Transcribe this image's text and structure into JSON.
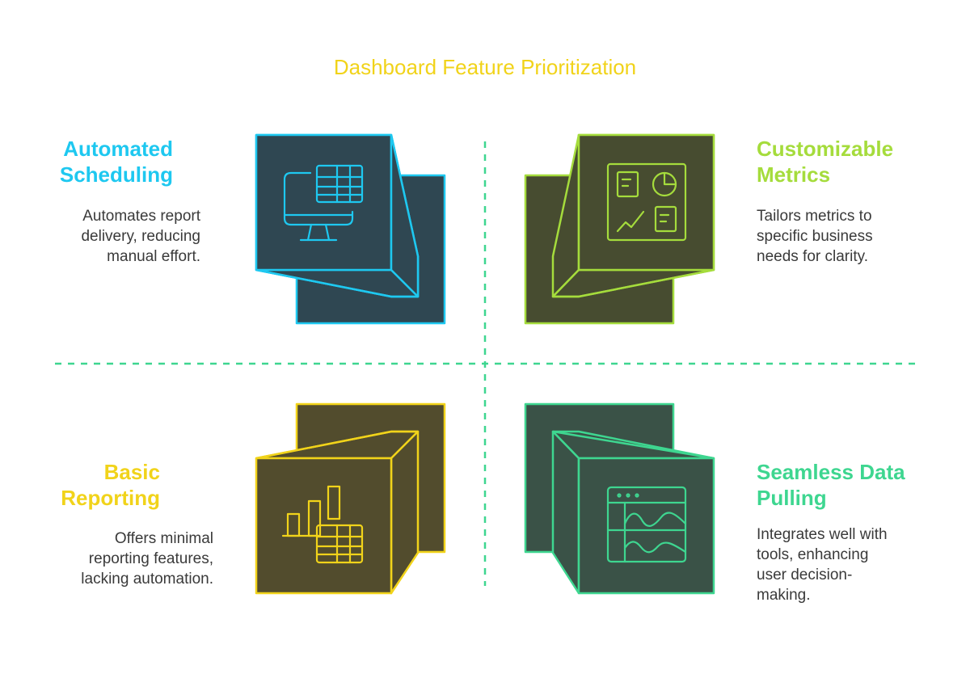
{
  "title": "Dashboard Feature Prioritization",
  "colors": {
    "blue": "#1ec8f0",
    "lime": "#a5dc3c",
    "yellow": "#f1d31a",
    "green": "#3ed690",
    "divider": "#3ed690"
  },
  "quadrants": [
    {
      "id": "top-left",
      "title_line1": "Automated",
      "title_line2": "Scheduling",
      "desc_line1": "Automates report",
      "desc_line2": "delivery, reducing",
      "desc_line3": "manual effort.",
      "icon": "monitor-table-icon",
      "color": "#1ec8f0"
    },
    {
      "id": "top-right",
      "title_line1": "Customizable",
      "title_line2": "Metrics",
      "desc_line1": "Tailors metrics to",
      "desc_line2": "specific business",
      "desc_line3": "needs for clarity.",
      "icon": "dashboard-metrics-icon",
      "color": "#a5dc3c"
    },
    {
      "id": "bottom-left",
      "title_line1": "Basic",
      "title_line2": "Reporting",
      "desc_line1": "Offers minimal",
      "desc_line2": "reporting features,",
      "desc_line3": "lacking automation.",
      "icon": "bar-chart-table-icon",
      "color": "#f1d31a"
    },
    {
      "id": "bottom-right",
      "title_line1": "Seamless Data",
      "title_line2": "Pulling",
      "desc_line1": "Integrates well with",
      "desc_line2": "tools, enhancing",
      "desc_line3": "user decision-",
      "desc_line4": "making.",
      "icon": "browser-waves-icon",
      "color": "#3ed690"
    }
  ]
}
